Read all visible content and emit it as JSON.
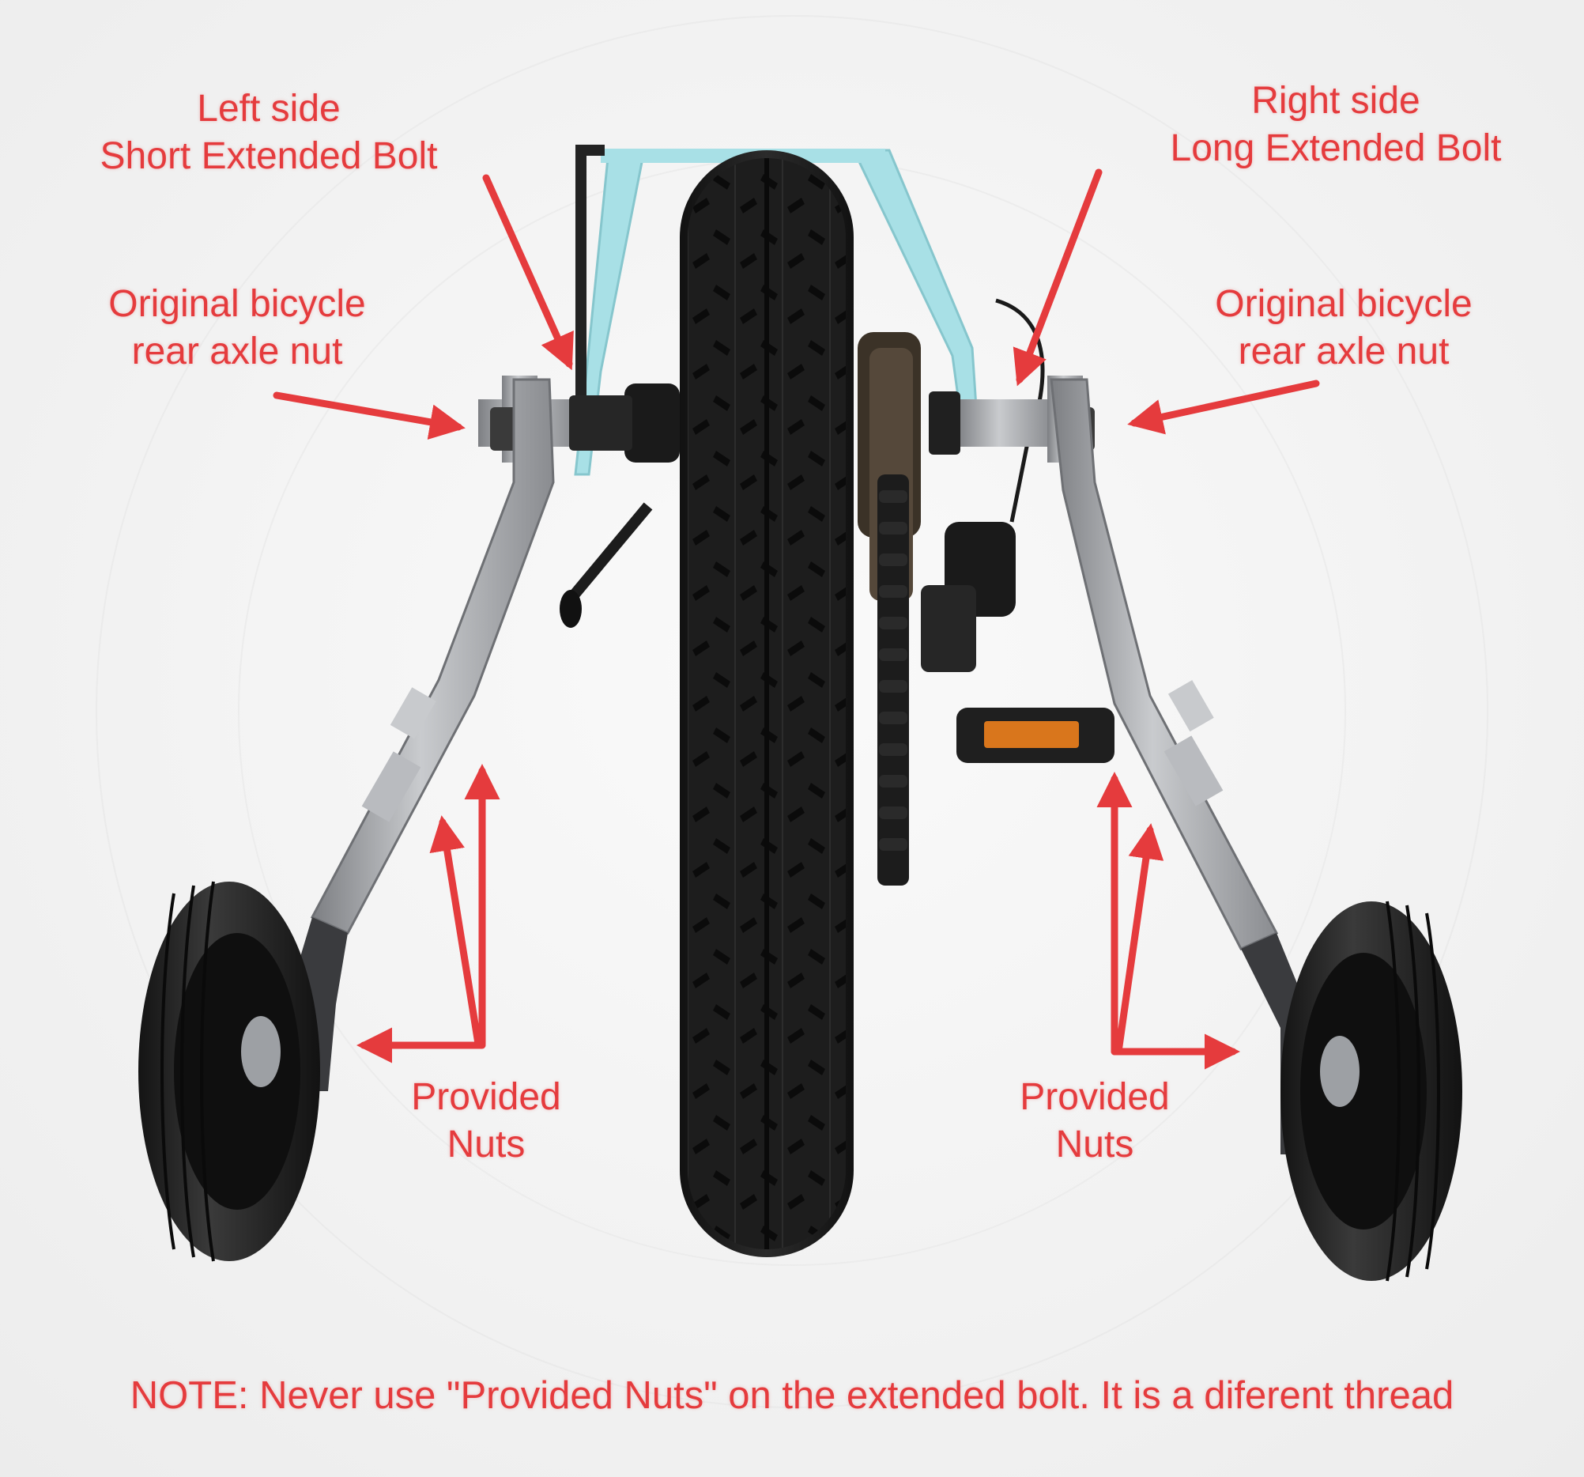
{
  "image": {
    "description": "Rear view of a bicycle fitted with adjustable training wheels, with red installation annotations",
    "colors": {
      "annotation_red": "#e53b3d",
      "background": "#f4f4f4",
      "frame_light_blue": "#a8e0e6",
      "tire_black": "#1f1f1f",
      "bracket_silver": "#a9abae"
    }
  },
  "annotations": {
    "left_side": {
      "line1": "Left side",
      "line2": "Short Extended Bolt"
    },
    "right_side": {
      "line1": "Right side",
      "line2": "Long Extended Bolt"
    },
    "original_nut_left": {
      "line1": "Original bicycle",
      "line2": "rear axle nut"
    },
    "original_nut_right": {
      "line1": "Original bicycle",
      "line2": "rear axle nut"
    },
    "provided_nuts_left": {
      "line1": "Provided",
      "line2": "Nuts"
    },
    "provided_nuts_right": {
      "line1": "Provided",
      "line2": "Nuts"
    },
    "note": "NOTE: Never use \"Provided Nuts\" on the extended bolt. It is a diferent thread"
  }
}
